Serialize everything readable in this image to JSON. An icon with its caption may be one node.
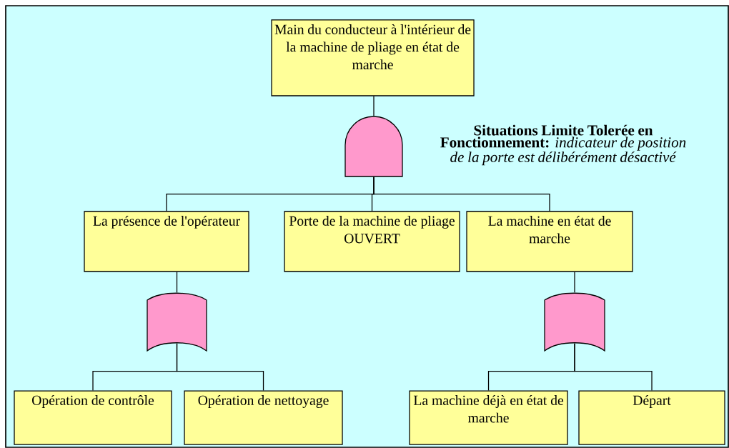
{
  "diagram": {
    "nodes": [
      {
        "text": [
          "Main du conducteur à l'intérieur de la machine de pliage en état de marche"
        ]
      },
      {
        "text": [],
        "shape": "and-gate"
      },
      {
        "text": [
          "La présence de l'opérateur"
        ]
      },
      {
        "text": [
          "Porte de la machine de pliage OUVERT"
        ]
      },
      {
        "text": [
          "La machine en état de marche"
        ]
      },
      {
        "text": [],
        "shape": "or-gate"
      },
      {
        "text": [],
        "shape": "or-gate"
      },
      {
        "text": [
          "Opération de contrôle"
        ]
      },
      {
        "text": [
          "Opération de nettoyage"
        ]
      },
      {
        "text": [
          "La machine déjà en état de marche"
        ]
      },
      {
        "text": [
          "Départ"
        ]
      }
    ],
    "edges": [
      {
        "from": 0,
        "to": 1,
        "arrow": "none"
      },
      {
        "from": 1,
        "to": 2,
        "arrow": "none"
      },
      {
        "from": 1,
        "to": 3,
        "arrow": "none"
      },
      {
        "from": 1,
        "to": 4,
        "arrow": "none"
      },
      {
        "from": 2,
        "to": 5,
        "arrow": "none"
      },
      {
        "from": 4,
        "to": 6,
        "arrow": "none"
      },
      {
        "from": 5,
        "to": 7,
        "arrow": "none"
      },
      {
        "from": 5,
        "to": 8,
        "arrow": "none"
      },
      {
        "from": 6,
        "to": 9,
        "arrow": "none"
      },
      {
        "from": 6,
        "to": 10,
        "arrow": "none"
      }
    ],
    "labels": [
      "**Situations Limite Tolerée en Fonctionnement:** *indicateur de position de la porte est délibérément désactivé*"
    ]
  }
}
